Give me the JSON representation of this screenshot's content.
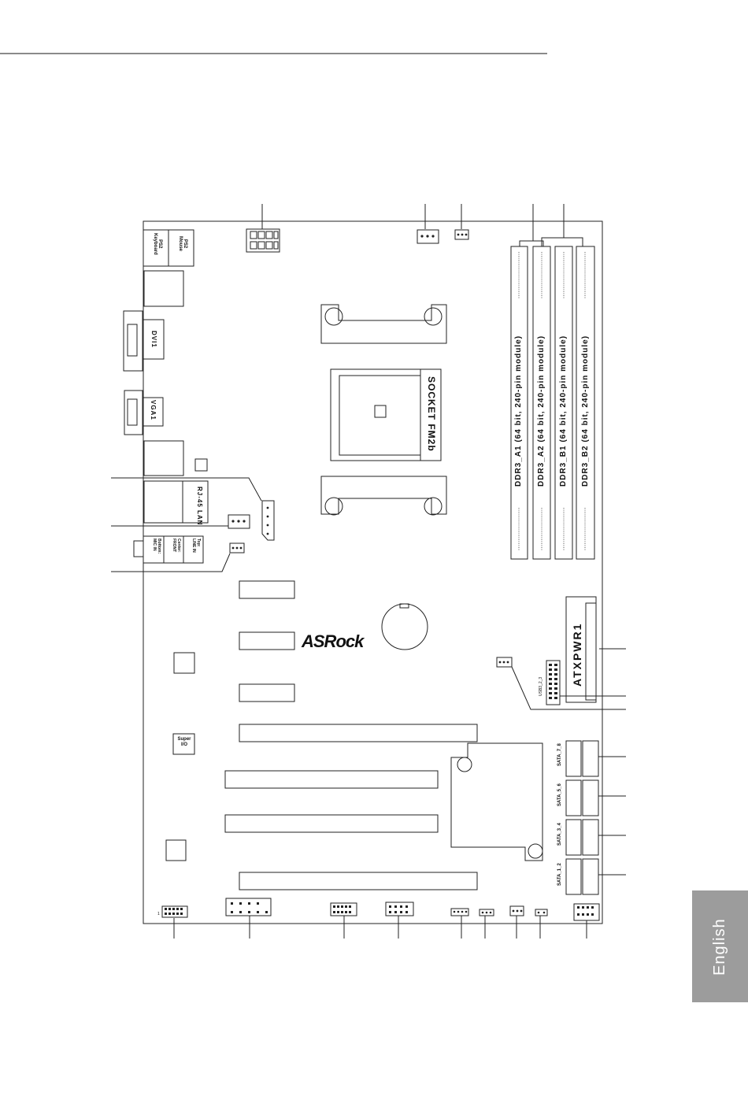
{
  "language_tab": {
    "label": "English",
    "color": "#9c9c9c"
  },
  "rear_io": {
    "ps2_mouse": "PS2\nMouse",
    "ps2_keyboard": "PS2\nKeyboard",
    "dvi": "DVI1",
    "vga": "VGA1",
    "rj45": "RJ-45 LAN",
    "audio_bottom": "Bottom:\nMIC IN",
    "audio_center": "Center:\nFRONT",
    "audio_top": "Top:\nLINE IN"
  },
  "cpu_socket": {
    "label": "SOCKET FM2b"
  },
  "memory_slots": [
    {
      "label": "DDR3_A1 (64 bit, 240-pin module)"
    },
    {
      "label": "DDR3_A2 (64 bit, 240-pin module)"
    },
    {
      "label": "DDR3_B1 (64 bit, 240-pin module)"
    },
    {
      "label": "DDR3_B2 (64 bit, 240-pin module)"
    }
  ],
  "power": {
    "atx_label": "ATXPWR1"
  },
  "brand": {
    "logo_text": "ASRock"
  },
  "super_io": {
    "label": "Super\nI/O"
  },
  "usb_header": {
    "label": "USB3_2_3"
  },
  "sata_ports": [
    {
      "label": "SATA_7_8"
    },
    {
      "label": "SATA_5_6"
    },
    {
      "label": "SATA_3_4"
    },
    {
      "label": "SATA_1_2"
    }
  ],
  "header_pin1_mark": "1"
}
